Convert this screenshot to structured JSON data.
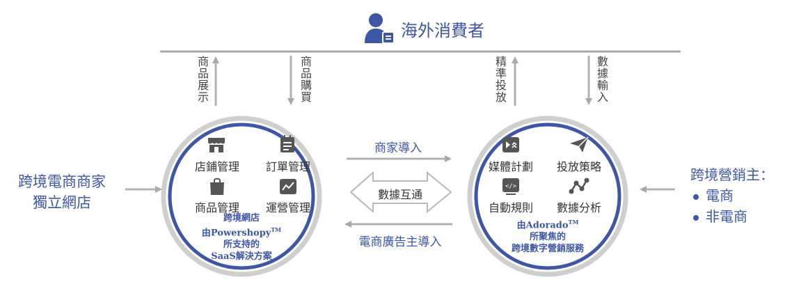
{
  "consumer": {
    "label": "海外消費者"
  },
  "left_links": {
    "up": "商品展示",
    "down": "商品購買"
  },
  "right_links": {
    "up": "精準投放",
    "down": "數據輸入"
  },
  "merchant": {
    "line1": "跨境電商商家",
    "line2": "獨立網店"
  },
  "advertiser": {
    "title": "跨境營銷主：",
    "items": [
      "電商",
      "非電商"
    ]
  },
  "left_circle": {
    "features": [
      "店鋪管理",
      "訂單管理",
      "商品管理",
      "運營管理"
    ],
    "note_line1": "跨境網店",
    "note_line2": "由Powershopy",
    "note_tm": "TM",
    "note_line3": "所支持的",
    "note_line4": "SaaS解決方案"
  },
  "right_circle": {
    "features": [
      "媒體計劃",
      "投放策略",
      "自動規則",
      "數據分析"
    ],
    "note_line1": "由Adorado",
    "note_tm": "TM",
    "note_line2": "所聚焦的",
    "note_line3": "跨境數字營銷服務"
  },
  "middle": {
    "top_arrow": "商家導入",
    "exchange": "數據互通",
    "bottom_arrow": "電商廣告主導入"
  },
  "colors": {
    "accent": "#3d57a6",
    "ring": "#c8c8c8",
    "icon": "#555555",
    "arrow": "#b9b9b9"
  }
}
